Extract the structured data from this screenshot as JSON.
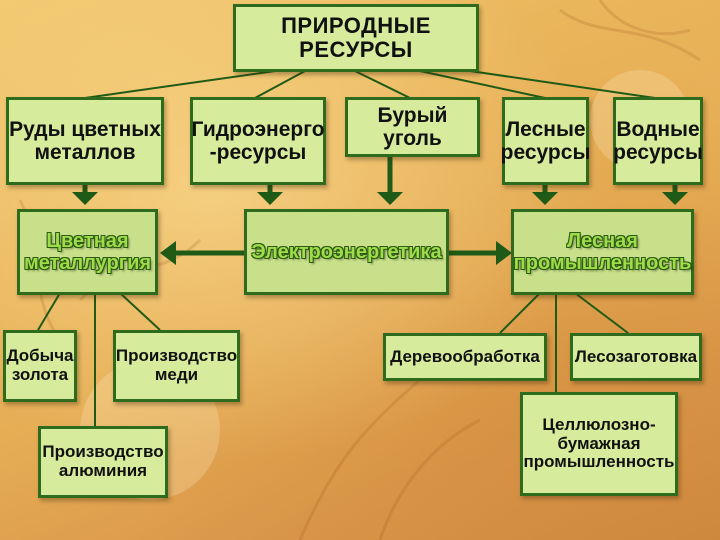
{
  "title": "ПРИРОДНЫЕ РЕСУРСЫ",
  "resources": [
    "Руды цветных\nметаллов",
    "Гидроэнерго\n-ресурсы",
    "Бурый уголь",
    "Лесные\nресурсы",
    "Водные\nресурсы"
  ],
  "industries": {
    "left": "Цветная\nметаллургия",
    "center": "Электроэнергетика",
    "right": "Лесная\nпромышленность"
  },
  "sub_left": [
    "Добыча\nзолота",
    "Производство\nмеди",
    "Производство\nалюминия"
  ],
  "sub_right": [
    "Деревообработка",
    "Лесозаготовка",
    "Целлюлозно-\nбумажная\nпромышленность"
  ],
  "colors": {
    "box_fill": "#d6eb9c",
    "box_border": "#2e6b1c",
    "arrow": "#1f5a16",
    "industry_text": "#9fdc4a"
  }
}
